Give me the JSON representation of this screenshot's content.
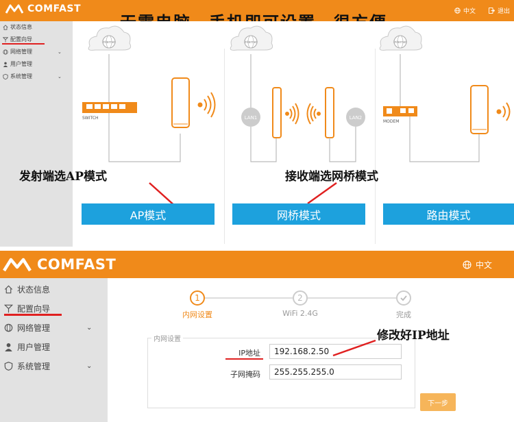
{
  "top": {
    "logo": "COMFAST",
    "lang": "中文",
    "logout": "退出",
    "banner": "无需电脑，手机即可设置，很方便",
    "sidebar": [
      {
        "label": "状态信息",
        "icon": "home-icon",
        "chevron": false
      },
      {
        "label": "配置向导",
        "icon": "antenna-icon",
        "chevron": false
      },
      {
        "label": "网络管理",
        "icon": "globe-icon",
        "chevron": true
      },
      {
        "label": "用户管理",
        "icon": "user-icon",
        "chevron": false
      },
      {
        "label": "系统管理",
        "icon": "shield-icon",
        "chevron": true
      }
    ],
    "diagram": {
      "internet": "Internet",
      "switch": "SWITCH",
      "lan1": "LAN1",
      "lan2": "LAN2",
      "modem": "MODEM"
    },
    "modes": [
      "AP模式",
      "网桥模式",
      "路由模式"
    ],
    "annotations": {
      "ap": "发射端选AP模式",
      "bridge": "接收端选网桥模式"
    }
  },
  "bottom": {
    "logo": "COMFAST",
    "lang": "中文",
    "sidebar": [
      {
        "label": "状态信息",
        "icon": "home-icon",
        "chevron": false
      },
      {
        "label": "配置向导",
        "icon": "antenna-icon",
        "chevron": false
      },
      {
        "label": "网络管理",
        "icon": "globe-icon",
        "chevron": true
      },
      {
        "label": "用户管理",
        "icon": "user-icon",
        "chevron": false
      },
      {
        "label": "系统管理",
        "icon": "shield-icon",
        "chevron": true
      }
    ],
    "steps": [
      {
        "num": "1",
        "label": "内网设置"
      },
      {
        "num": "2",
        "label": "WiFi 2.4G"
      },
      {
        "num": "",
        "label": "完成"
      }
    ],
    "section_title": "内网设置",
    "ip_label": "IP地址",
    "ip_value": "192.168.2.50",
    "mask_label": "子网掩码",
    "mask_value": "255.255.255.0",
    "next_label": "下一步",
    "annotation": "修改好IP地址"
  },
  "colors": {
    "brand": "#f08a1a",
    "button_blue": "#1da1dd",
    "annotation_red": "#e02020"
  }
}
